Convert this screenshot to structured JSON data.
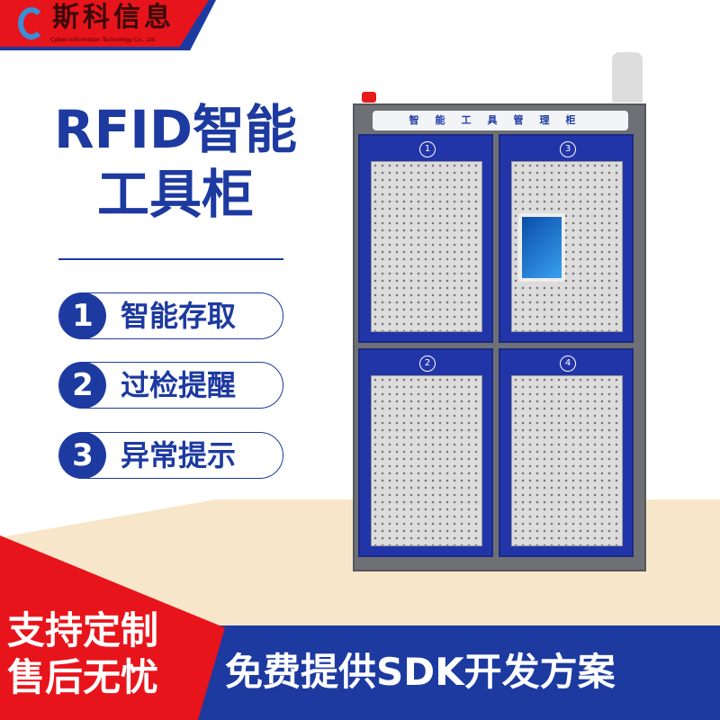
{
  "logo": {
    "name": "斯科信息",
    "subtitle": "Cybeo Information Technology Co., Ltd."
  },
  "title": {
    "line1": "RFID智能",
    "line2": "工具柜"
  },
  "features": [
    {
      "num": "1",
      "label": "智能存取"
    },
    {
      "num": "2",
      "label": "过检提醒"
    },
    {
      "num": "3",
      "label": "异常提示"
    }
  ],
  "cabinet": {
    "header": "智能工具管理柜",
    "doors": [
      "1",
      "3",
      "2",
      "4"
    ]
  },
  "promo": {
    "line1": "支持定制",
    "line2": "售后无忧",
    "sdk": "免费提供SDK开发方案"
  },
  "colors": {
    "brand_blue": "#1d3aa0",
    "brand_red": "#e8141b"
  }
}
